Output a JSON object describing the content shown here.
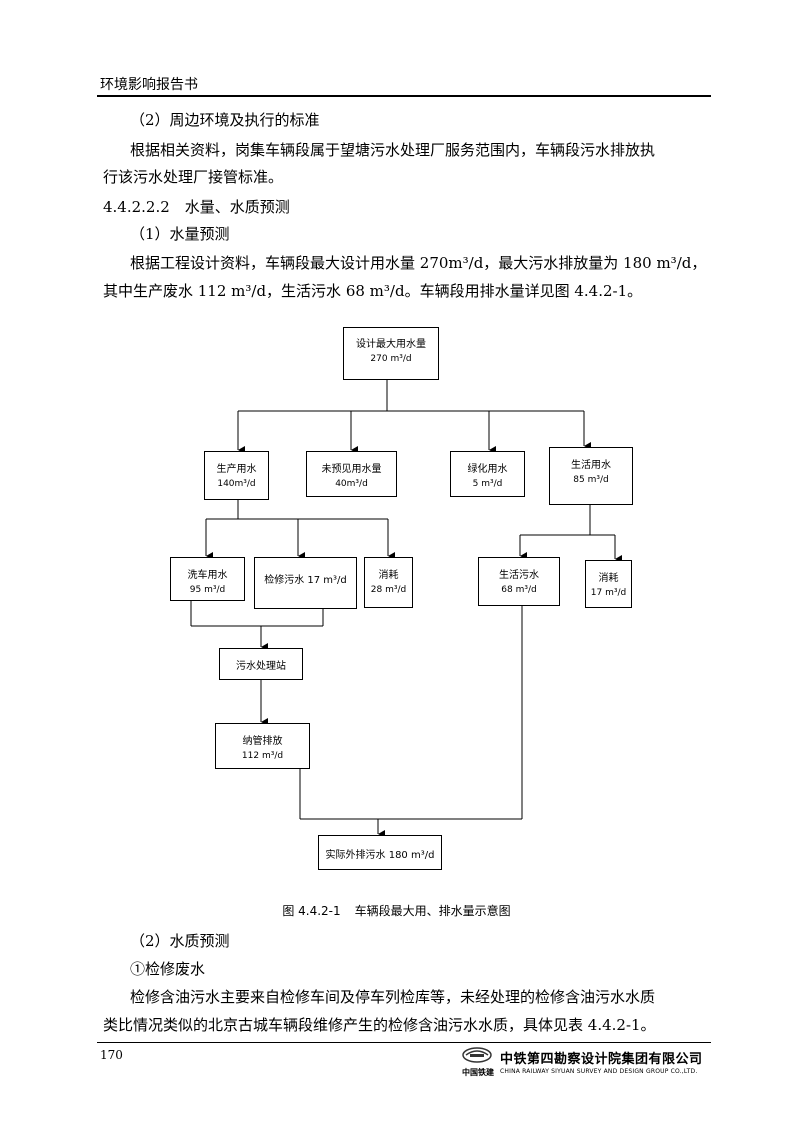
{
  "header": {
    "title": "环境影响报告书"
  },
  "paragraphs": [
    "（2）周边环境及执行的标准",
    "根据相关资料，岗集车辆段属于望塘污水处理厂服务范围内，车辆段污水排放执",
    "行该污水处理厂接管标准。",
    "4.4.2.2.2　水量、水质预测",
    "（1）水量预测",
    "根据工程设计资料，车辆段最大设计用水量 270m³/d，最大污水排放量为 180 m³/d，",
    "其中生产废水 112 m³/d，生活污水 68 m³/d。车辆段用排水量详见图 4.4.2-1。"
  ],
  "flowchart": {
    "total": {
      "line1": "设计最大用水量",
      "line2": "270 m³/d"
    },
    "production": {
      "line1": "生产用水",
      "line2": "140m³/d"
    },
    "unforeseen": {
      "line1": "未预见用水量",
      "line2": "40m³/d"
    },
    "greening": {
      "line1": "绿化用水",
      "line2": "5 m³/d"
    },
    "domestic": {
      "line1": "生活用水",
      "line2": "85 m³/d"
    },
    "washing": {
      "line1": "洗车用水",
      "line2": "95 m³/d"
    },
    "repair": {
      "line1": "检修污水 17 m³/d"
    },
    "consume1": {
      "line1": "消耗",
      "line2": "28 m³/d"
    },
    "sewage": {
      "line1": "生活污水",
      "line2": "68 m³/d"
    },
    "consume2": {
      "line1": "消耗",
      "line2": "17 m³/d"
    },
    "treatment": {
      "line1": "污水处理站"
    },
    "discharge": {
      "line1": "纳管排放",
      "line2": "112 m³/d"
    },
    "outfall": {
      "line1": "实际外排污水 180 m³/d"
    }
  },
  "caption": {
    "number": "图 4.4.2-1",
    "title": "车辆段最大用、排水量示意图"
  },
  "paragraphs2": [
    "（2）水质预测",
    "①检修废水",
    "检修含油污水主要来自检修车间及停车列检库等，未经处理的检修含油污水水质",
    "类比情况类似的北京古城车辆段维修产生的检修含油污水水质，具体见表 4.4.2-1。"
  ],
  "footer": {
    "page": "170",
    "logo_text": "中国铁建",
    "org_cn": "中铁第四勘察设计院集团有限公司",
    "org_en": "CHINA RAILWAY SIYUAN SURVEY AND DESIGN GROUP CO.,LTD."
  }
}
